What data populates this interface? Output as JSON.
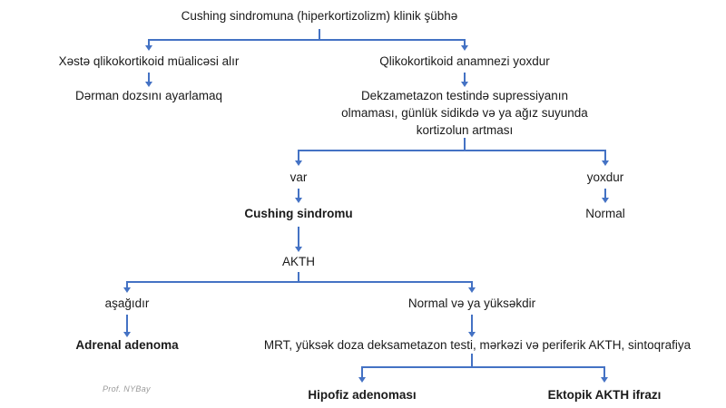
{
  "diagram": {
    "title_text": "Cushing sindromuna (hiperkortizolizm) klinik şübhə",
    "accent_color": "#4472C4",
    "text_color": "#1a1a1a",
    "background_color": "#ffffff",
    "watermark": "Prof. NYBay",
    "nodes": [
      {
        "id": "root",
        "label": "Cushing sindromuna (hiperkortizolizm) klinik şübhə"
      },
      {
        "id": "gc-treated",
        "label": "Xəstə qlikokortikoid müalicəsi alır"
      },
      {
        "id": "adjust-dose",
        "label": "Dərman dozsını ayarlamaq"
      },
      {
        "id": "no-gc-history",
        "label": "Qlikokortikoid anamnezi yoxdur"
      },
      {
        "id": "dex-test",
        "label": "Dekzametazon testində supressiyanın olmaması, günlük sidikdə və ya ağız suyunda kortizolun artması"
      },
      {
        "id": "var",
        "label": "var"
      },
      {
        "id": "yoxdur",
        "label": "yoxdur"
      },
      {
        "id": "cushing-syndrome",
        "label": "Cushing sindromu"
      },
      {
        "id": "normal",
        "label": "Normal"
      },
      {
        "id": "akth",
        "label": "AKTH"
      },
      {
        "id": "low",
        "label": "aşağıdır"
      },
      {
        "id": "normal-or-high",
        "label": "Normal və ya yüksəkdir"
      },
      {
        "id": "adrenal-adenoma",
        "label": "Adrenal adenoma"
      },
      {
        "id": "workup",
        "label": "MRT, yüksək doza deksametazon testi, mərkəzi və periferik AKTH, sintoqrafiya"
      },
      {
        "id": "pituitary",
        "label": "Hipofiz adenoması"
      },
      {
        "id": "ectopic",
        "label": "Ektopik AKTH ifrazı"
      }
    ]
  }
}
